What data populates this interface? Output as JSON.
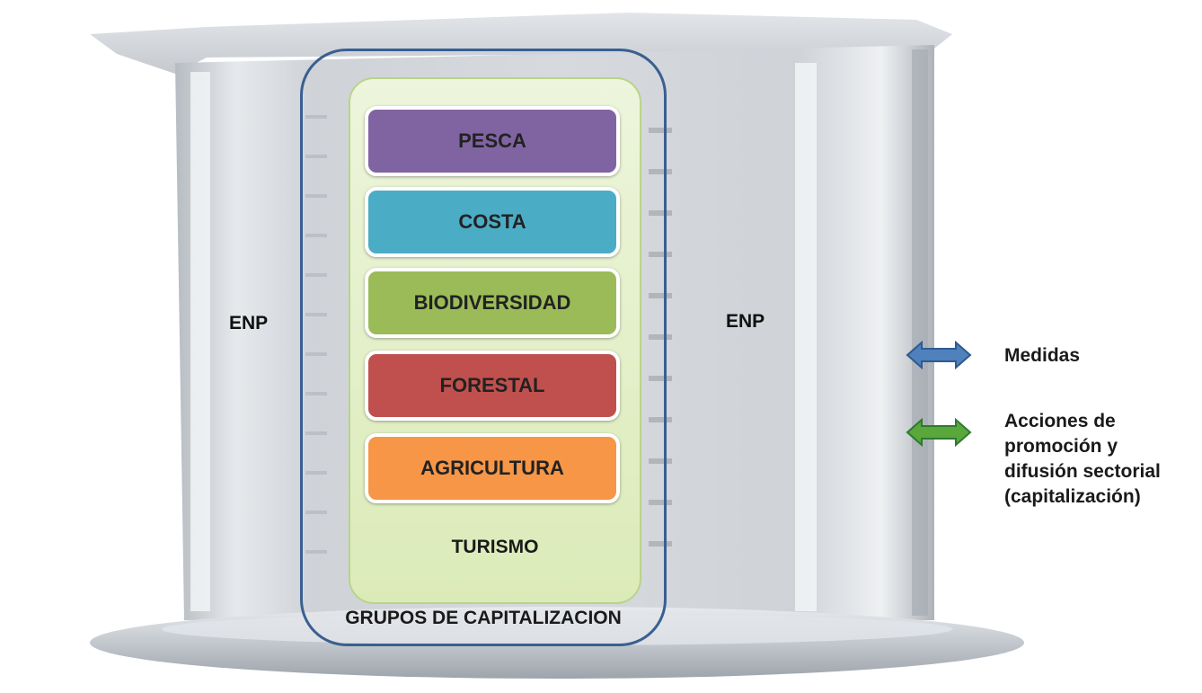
{
  "diagram": {
    "side_label_left": "ENP",
    "side_label_right": "ENP",
    "sectors": [
      {
        "label": "PESCA",
        "color": "#8064a2"
      },
      {
        "label": "COSTA",
        "color": "#4bacc6"
      },
      {
        "label": "BIODIVERSIDAD",
        "color": "#9bbb59"
      },
      {
        "label": "FORESTAL",
        "color": "#c0504d"
      },
      {
        "label": "AGRICULTURA",
        "color": "#f79646"
      }
    ],
    "inner_group_label": "TURISMO",
    "outer_group_label": "GRUPOS DE CAPITALIZACION"
  },
  "legend": {
    "items": [
      {
        "label": "Medidas",
        "arrow_icon": "double-arrow-icon",
        "color": "#4f81bd"
      },
      {
        "label": "Acciones de promoción y difusión sectorial (capitalización)",
        "arrow_icon": "double-arrow-icon",
        "color": "#5aa83c"
      }
    ]
  },
  "colors": {
    "outer_frame": "#3a5f91",
    "inner_box": "#dbebb8",
    "beaker_glass": "#c9cdd2"
  }
}
